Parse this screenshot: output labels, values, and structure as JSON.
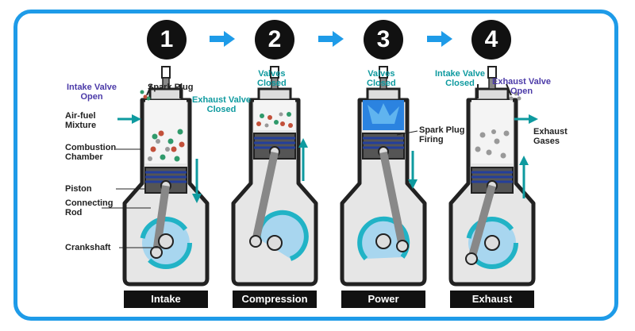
{
  "steps": [
    {
      "number": "1",
      "label": "Intake"
    },
    {
      "number": "2",
      "label": "Compression"
    },
    {
      "number": "3",
      "label": "Power"
    },
    {
      "number": "4",
      "label": "Exhaust"
    }
  ],
  "left_labels": {
    "air_fuel": "Air-fuel\nMixture",
    "combustion_chamber": "Combustion\nChamber",
    "piston": "Piston",
    "connecting_rod": "Connecting\nRod",
    "crankshaft": "Crankshaft"
  },
  "stage1": {
    "intake_valve": "Intake Valve\nOpen",
    "spark_plug": "Spark Plug",
    "exhaust_valve": "Exhaust Valve\nClosed"
  },
  "stage2": {
    "valves": "Valves\nClosed"
  },
  "stage3": {
    "valves": "Valves\nClosed",
    "spark": "Spark Plug\nFiring"
  },
  "stage4": {
    "intake_valve": "Intake Valve\nClosed",
    "exhaust_valve": "Exhaust Valve\nOpen",
    "exhaust_gases": "Exhaust\nGases"
  },
  "colors": {
    "frame": "#1e9be8",
    "arrow": "#1e9be8",
    "teal": "#0e9a9f",
    "purple": "#4b3aa8",
    "cyan": "#21b3c6",
    "fire": "#2b83e0"
  }
}
